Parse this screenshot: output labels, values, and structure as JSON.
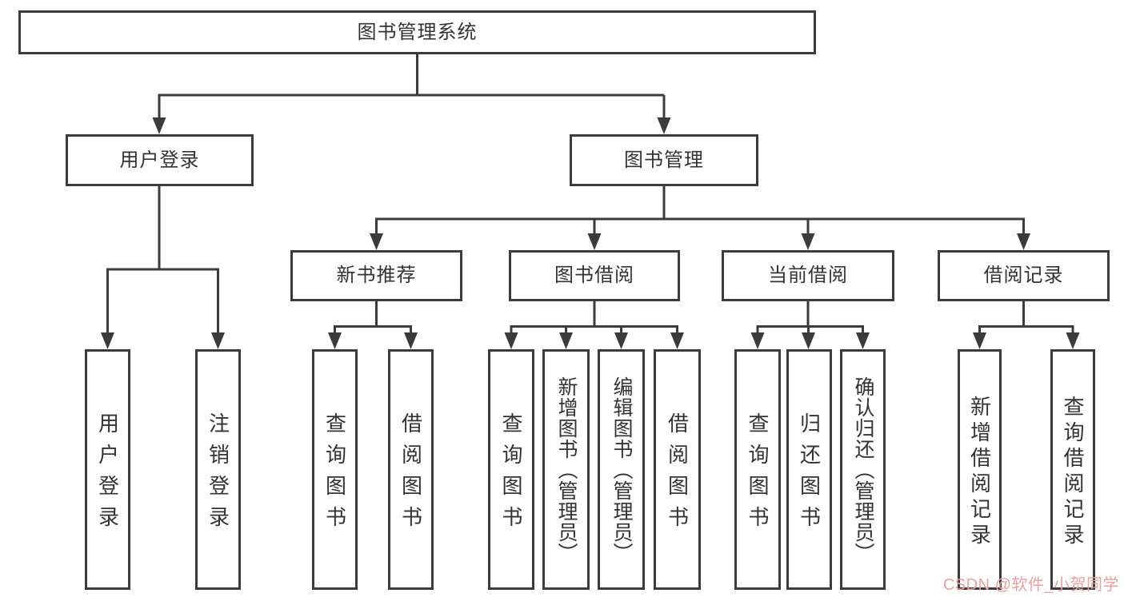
{
  "diagram": {
    "root": {
      "label": "图书管理系统"
    },
    "branches": [
      {
        "label": "用户登录",
        "children": [
          {
            "label": "用户登录"
          },
          {
            "label": "注销登录"
          }
        ]
      },
      {
        "label": "图书管理",
        "children": [
          {
            "label": "新书推荐",
            "children": [
              {
                "label": "查询图书"
              },
              {
                "label": "借阅图书"
              }
            ]
          },
          {
            "label": "图书借阅",
            "children": [
              {
                "label": "查询图书"
              },
              {
                "label": "新增图书（管理员）"
              },
              {
                "label": "编辑图书（管理员）"
              },
              {
                "label": "借阅图书"
              }
            ]
          },
          {
            "label": "当前借阅",
            "children": [
              {
                "label": "查询图书"
              },
              {
                "label": "归还图书"
              },
              {
                "label": "确认归还（管理员）"
              }
            ]
          },
          {
            "label": "借阅记录",
            "children": [
              {
                "label": "新增借阅记录"
              },
              {
                "label": "查询借阅记录"
              }
            ]
          }
        ]
      }
    ]
  },
  "watermark": {
    "text": "CSDN @软件_小贺同学",
    "color": "#ee9f9f"
  },
  "colors": {
    "line": "#3b3b3b",
    "border": "#3b3b3b",
    "text": "#333333",
    "background": "#ffffff"
  }
}
